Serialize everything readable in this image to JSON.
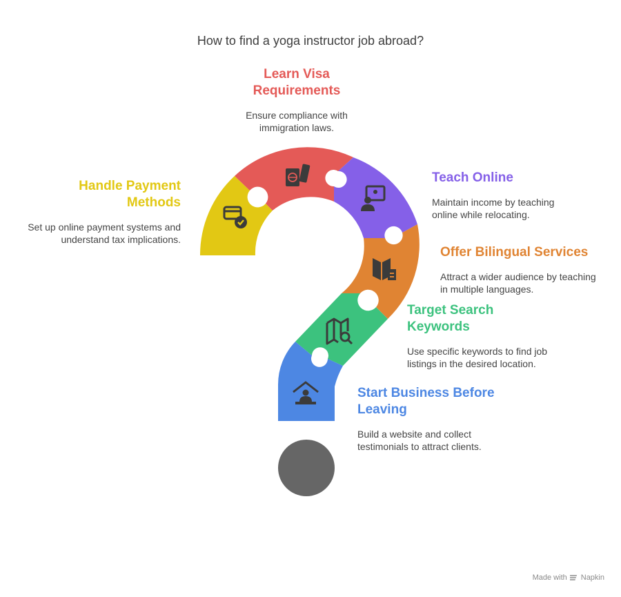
{
  "title": "How to find a yoga instructor job abroad?",
  "colors": {
    "yellow": "#E2C814",
    "red": "#E45A57",
    "purple": "#8560E8",
    "orange": "#E08433",
    "green": "#3CC27E",
    "blue": "#4D87E3",
    "dot": "#666666",
    "icon": "#3b3b3b"
  },
  "steps": [
    {
      "id": "payment",
      "heading": "Handle Payment Methods",
      "description": "Set up online payment systems and understand tax implications.",
      "color": "#E2C814",
      "icon": "credit-card-check-icon"
    },
    {
      "id": "visa",
      "heading": "Learn Visa Requirements",
      "description": "Ensure compliance with immigration laws.",
      "color": "#E45A57",
      "icon": "passport-ticket-icon"
    },
    {
      "id": "online",
      "heading": "Teach Online",
      "description": "Maintain income by teaching online while relocating.",
      "color": "#8560E8",
      "icon": "online-teacher-icon"
    },
    {
      "id": "bilingual",
      "heading": "Offer Bilingual Services",
      "description": "Attract a wider audience by teaching in multiple languages.",
      "color": "#E08433",
      "icon": "flag-language-icon"
    },
    {
      "id": "keywords",
      "heading": "Target Search Keywords",
      "description": "Use specific keywords to find job listings in the desired location.",
      "color": "#3CC27E",
      "icon": "map-search-icon"
    },
    {
      "id": "business",
      "heading": "Start Business Before Leaving",
      "description": "Build a website and collect testimonials to attract clients.",
      "color": "#4D87E3",
      "icon": "home-business-icon"
    }
  ],
  "footer": {
    "made_with": "Made with",
    "brand": "Napkin"
  }
}
